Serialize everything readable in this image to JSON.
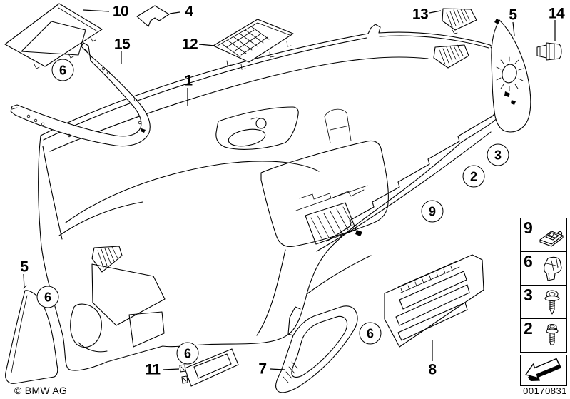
{
  "diagram_type": "exploded-parts-diagram",
  "subject": "instrument panel trim",
  "colors": {
    "line": "#000000",
    "background": "#ffffff"
  },
  "callouts": [
    {
      "label": "10"
    },
    {
      "label": "4"
    },
    {
      "label": "15"
    },
    {
      "label": "12"
    },
    {
      "label": "1"
    },
    {
      "label": "13"
    },
    {
      "label": "5"
    },
    {
      "label": "14"
    },
    {
      "label": "5"
    },
    {
      "label": "11"
    },
    {
      "label": "7"
    },
    {
      "label": "8"
    }
  ],
  "circle_callouts": [
    {
      "label": "6"
    },
    {
      "label": "6"
    },
    {
      "label": "6"
    },
    {
      "label": "6"
    },
    {
      "label": "2"
    },
    {
      "label": "3"
    },
    {
      "label": "9"
    }
  ],
  "legend": {
    "rows": [
      {
        "number": "9",
        "icon": "speed-nut-clip-icon"
      },
      {
        "number": "6",
        "icon": "spring-clip-icon"
      },
      {
        "number": "3",
        "icon": "pan-head-screw-washer-icon"
      },
      {
        "number": "2",
        "icon": "flange-screw-icon"
      }
    ],
    "arrow_icon": "direction-arrow-icon"
  },
  "footer": {
    "copyright": "© BMW AG",
    "image_number": "00170831"
  }
}
